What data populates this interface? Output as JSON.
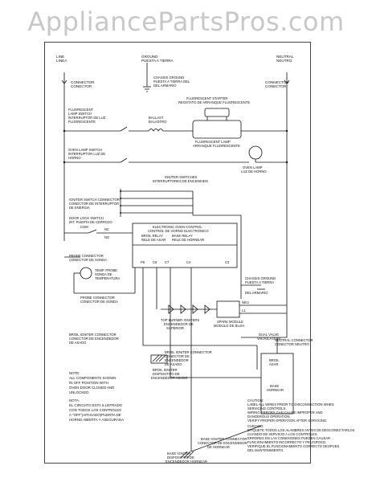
{
  "brand": "AppliancePartsPros.com",
  "labels": {
    "line": "LINE",
    "line_es": "LINEA",
    "ground": "GROUND",
    "ground_es": "PUESTA A TIERRA",
    "neutral": "NEUTRAL",
    "neutral_es": "NEUTRO",
    "connector_left": "CONNECTOR",
    "connector_left_es": "CONECTOR",
    "connector_right": "CONNECTOR",
    "connector_right_es": "CONECTOR",
    "chassis_ground_1": "CHASSIS GROUND",
    "chassis_ground_1_es": "PUESTA A TIERRA DEL",
    "chassis_ground_1_es2": "DEL ARMARIO",
    "fluor_starter": "FLUORESCENT STARTER",
    "fluor_starter_es": "REOSTATO DE ARRANQUE FLUORESCENTE",
    "fluor_switch": "FLUORESCENT",
    "fluor_switch2": "LAMP SWITCH",
    "fluor_switch_es": "INTERRUPTOR DE LUZ",
    "fluor_switch_es2": "FLUORESCENTE",
    "ballast": "BALLAST",
    "ballast_es": "BALASTRO",
    "fluor_lamp": "FLUORESCENT LAMP",
    "fluor_lamp_es": "ARRANQUE FLUORESCENTE",
    "oven_lamp_switch": "OVEN LAMP SWITCH",
    "oven_lamp_switch_es": "INTERRUPTOR LUZ DE",
    "oven_lamp_switch_es2": "HORNO",
    "oven_lamp": "OVEN LAMP",
    "oven_lamp_es": "LUZ DE HORNO",
    "igniter_switches": "IGNITER SWITCHES",
    "igniter_switches_es": "INTERRUPTORES DE ENCENDIDO",
    "igniter_sw_conn": "IGNITER SWITCH CONNECTOR",
    "igniter_sw_conn_es": "CONECTOR DE INTERRUPTOR",
    "igniter_sw_conn_es2": "DE ENERGIA",
    "door_lock": "DOOR LOCK SWITCH",
    "door_lock_es": "INT. PUERTA DE CERROJO",
    "com": "COM",
    "nc": "NC",
    "no": "NO",
    "eoc": "ELECTRONIC OVEN CONTROL",
    "eoc_es": "CONTROL DE HORNO ELECTRONICO",
    "broil_relay": "BROIL RELAY",
    "broil_relay_es": "RELE DE ASAR",
    "bake_relay": "BAKE RELAY",
    "bake_relay_es": "RELE DE HORNEAR",
    "pin_p6": "P6",
    "pin_c6": "C6",
    "pin_c7": "C7",
    "pin_c4": "C4",
    "pin_c3": "C3",
    "probe_conn": "PROBE CONNECTOR",
    "probe_conn_es": "CONECTOR DE SONDA",
    "temp_probe": "TEMP. PROBE",
    "temp_probe_es": "SONDA DE",
    "temp_probe_es2": "TEMPERATURA",
    "probe_conn2": "PROBE CONNECTOR",
    "probe_conn2_es": "CONECTOR DE SONDA",
    "chassis_ground_2": "CHASSIS GROUND",
    "chassis_ground_2_es": "PUESTA A TIERRA",
    "chassis_ground_2_es2": "DEL ARMARIO",
    "top_igniters": "TOP BURNER IGNITERS",
    "top_igniters_es": "ENCENDEDOR DE",
    "top_igniters_es2": "SUPERIOR",
    "spark_module": "SPARK MODULE",
    "spark_module_es": "MODULO DE BUJIA",
    "neu": "NEU",
    "l1": "L1",
    "broil_ign_conn": "BROIL IGNITER CONNECTOR",
    "broil_ign_conn_es": "CONECTOR DE ENCENDEDOR",
    "broil_ign_conn_es2": "DE ASADO",
    "broil_ign_conn2": "BROIL IGNITER CONNECTOR",
    "broil_ign_conn2_es": "CONECTOR DE",
    "broil_ign_conn2_es2": "ENCENDEDOR",
    "broil_ign_conn2_es3": "DE ASADO",
    "dual_valve": "DUAL VALVE",
    "dual_valve_es": "VALVULA DUAL",
    "neutral_conn": "NEUTRAL CONNECTOR",
    "neutral_conn_es": "CONECTOR NEUTRO",
    "broil_igniter": "BROIL IGNITER",
    "broil_igniter_es": "DISPOSITIVO DE",
    "broil_igniter_es2": "ENCENDEDOR ASADO",
    "broil": "BROIL",
    "broil_es": "ASAR",
    "bake": "BAKE",
    "bake_es": "HORNEAR",
    "bake_ign_conn": "BAKE IGNITER CONNECTOR",
    "bake_ign_conn_es": "CONECTOR DE ENCENDEDOR",
    "bake_ign_conn_es2": "DE HORNEAR",
    "bake_igniter": "BAKE IGNITER",
    "bake_igniter_es": "DISPOSITIVO DE",
    "bake_igniter_es2": "ENCENDEDOR HORNEAR",
    "caution": "CAUTION:",
    "caution_1": "LABEL ALL WIRES PRIOR TO DISCONNECTION WHEN",
    "caution_2": "SERVICING CONTROLS.",
    "caution_3": "WIRING ERRORS CAN CAUSE IMPROPER AND",
    "caution_4": "DANGEROUS OPERATION.",
    "caution_5": "VERIFY PROPER OPERATION AFTER SERVICING.",
    "caution_es": "CUIDADO:",
    "caution_es_1": "ETIQUETE TODOS LOS ALAMBRES ANTES DE DESCONECTARLOS",
    "caution_es_2": "CUANDO DE SERVICIO A LOS CONTROLES.",
    "caution_es_3": "ERRORES EN LAS CONEXIONES PUEDEN CAUSAR",
    "caution_es_4": "FUNCIONAMIENTO INCORRECTO Y PELIGROSO.",
    "caution_es_5": "VERIFIQUE EL FUNCIONAMIENTO CORRECTO DESPUES",
    "caution_es_6": "DEL MANTENIMIENTO.",
    "note": "NOTE:",
    "note_1": "ALL COMPONENTS SHOWN",
    "note_2": "IN OFF POSITION WITH",
    "note_3": "OVEN DOOR CLOSED AND",
    "note_4": "UNLOCKED",
    "nota": "NOTA:",
    "nota_1": "EL CIRCUITO ESTA ILUSTRADO",
    "nota_2": "CON TODOS LOS CONTROLES",
    "nota_3": "A \"OFF\"(APAGADO)PUERTA DE",
    "nota_4": "HORNO ABIERTA Y ASEGURADA"
  }
}
